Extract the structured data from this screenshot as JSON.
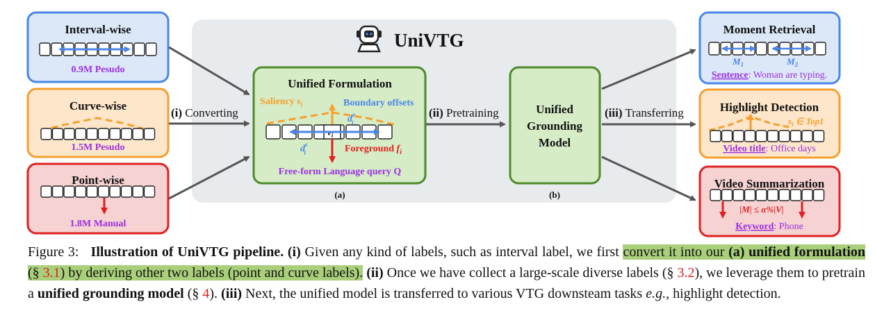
{
  "colors": {
    "blue_fill": "#dce8f8",
    "blue_stroke": "#4a86e8",
    "orange_fill": "#fde6c9",
    "orange_stroke": "#f4a030",
    "red_fill": "#f6d2d2",
    "red_stroke": "#e02020",
    "green_fill": "#d6ecc6",
    "green_stroke": "#4d8a2a",
    "gray_bg": "#e8ebed",
    "purple": "#9b30e0",
    "dark_arrow": "#555555"
  },
  "header": {
    "title": "UniVTG",
    "logo_icon": "robot-icon"
  },
  "inputs": {
    "interval": {
      "title": "Interval-wise",
      "note": "0.9M Pesudo"
    },
    "curve": {
      "title": "Curve-wise",
      "note": "1.5M Pesudo"
    },
    "point": {
      "title": "Point-wise",
      "note": "1.8M Manual"
    }
  },
  "flow": {
    "converting_num": "(i)",
    "converting": " Converting",
    "pretraining_num": "(ii)",
    "pretraining": " Pretraining",
    "transferring_num": "(iii)",
    "transferring": " Transferring"
  },
  "formulation": {
    "title": "Unified Formulation",
    "saliency": "Saliency ",
    "saliency_sym": "s",
    "saliency_sub": "i",
    "boundary": "Boundary offsets",
    "de_sym": "d",
    "de_sup": "e",
    "de_sub": "i",
    "ds_sym": "d",
    "ds_sup": "s",
    "ds_sub": "i",
    "v_sym": "v",
    "v_sub": "i",
    "foreground": "Foreground ",
    "fg_sym": "f",
    "fg_sub": "i",
    "query": "Free-form Language query Q",
    "tag": "(a)"
  },
  "model": {
    "line1": "Unified",
    "line2": "Grounding",
    "line3": "Model",
    "tag": "(b)"
  },
  "tasks": {
    "mr": {
      "title": "Moment Retrieval",
      "m1": "M",
      "m1_sub": "1",
      "m2": "M",
      "m2_sub": "2",
      "key": "Sentence",
      "value": ": Woman are typing."
    },
    "hd": {
      "title": "Highlight Detection",
      "cond": "s",
      "cond_sub": "i",
      "cond_rest": " ∈ Top1",
      "key": "Video title",
      "value": ": Office days"
    },
    "vs": {
      "title": "Video Summarization",
      "cond": "|M| ≤ α%|V|",
      "key": "Keyword",
      "value": ": Phone"
    }
  },
  "caption": {
    "label": "Figure 3:",
    "title": "Illustration of UniVTG pipeline.",
    "p1": "(i)",
    "t1": " Given any kind of labels, such as interval label, we first ",
    "h1": "convert it into our ",
    "h2": "(a) unified formulation",
    "h3": " (§ ",
    "r1": "3.1",
    "h4": ") by deriving other two labels (point and curve labels).",
    "p2": " (ii)",
    "t2": " Once we have collect a large-scale diverse labels (§ ",
    "r2": "3.2",
    "t3": "), we leverage them to pretrain a ",
    "b2": "unified grounding model",
    "t4": " (§ ",
    "r3": "4",
    "t5": "). ",
    "p3": "(iii)",
    "t6": " Next, the unified model is transferred to various VTG downsteam tasks ",
    "eg": "e.g.,",
    "t7": " highlight detection."
  }
}
